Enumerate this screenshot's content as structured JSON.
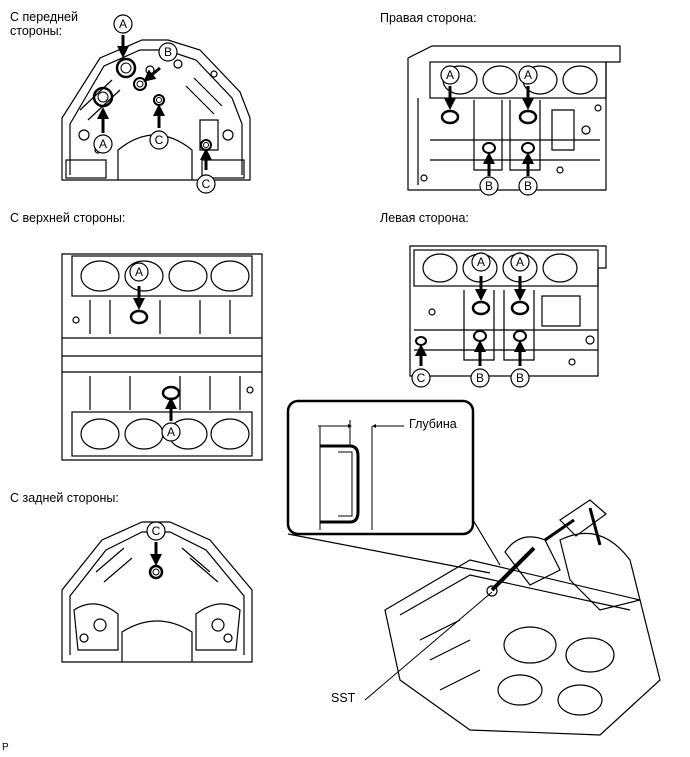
{
  "views": {
    "front": "С передней\nстороны:",
    "right": "Правая сторона:",
    "top": "С верхней стороны:",
    "left": "Левая сторона:",
    "rear": "С задней стороны:"
  },
  "markers": {
    "a": "A",
    "b": "B",
    "c": "C"
  },
  "depth_label": "Глубина",
  "tool_label": "SST",
  "code": "P"
}
